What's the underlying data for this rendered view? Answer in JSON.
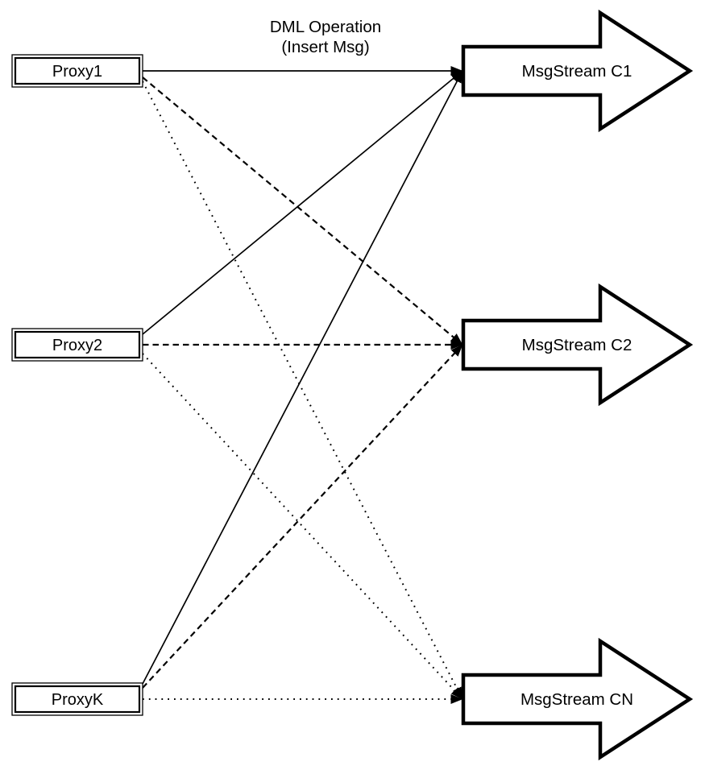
{
  "diagram": {
    "edge_label": {
      "line1": "DML Operation",
      "line2": "(Insert Msg)",
      "attached_to": "Proxy1 -> MsgStream C1"
    },
    "nodes": {
      "proxies": [
        {
          "id": "proxy1",
          "label": "Proxy1"
        },
        {
          "id": "proxy2",
          "label": "Proxy2"
        },
        {
          "id": "proxyk",
          "label": "ProxyK"
        }
      ],
      "streams": [
        {
          "id": "c1",
          "label": "MsgStream C1",
          "shape": "block-arrow-right"
        },
        {
          "id": "c2",
          "label": "MsgStream C2",
          "shape": "block-arrow-right"
        },
        {
          "id": "cn",
          "label": "MsgStream CN",
          "shape": "block-arrow-right"
        }
      ]
    },
    "connections": [
      {
        "from": "Proxy1",
        "to": "MsgStream C1",
        "style": "solid",
        "arrowhead": "filled-triangle"
      },
      {
        "from": "Proxy2",
        "to": "MsgStream C1",
        "style": "solid",
        "arrowhead": "filled-triangle"
      },
      {
        "from": "ProxyK",
        "to": "MsgStream C1",
        "style": "solid",
        "arrowhead": "filled-triangle"
      },
      {
        "from": "Proxy1",
        "to": "MsgStream C2",
        "style": "dashed",
        "arrowhead": "filled-triangle"
      },
      {
        "from": "Proxy2",
        "to": "MsgStream C2",
        "style": "dashed",
        "arrowhead": "filled-triangle"
      },
      {
        "from": "ProxyK",
        "to": "MsgStream C2",
        "style": "dashed",
        "arrowhead": "filled-triangle"
      },
      {
        "from": "Proxy1",
        "to": "MsgStream CN",
        "style": "dotted",
        "arrowhead": "filled-triangle"
      },
      {
        "from": "Proxy2",
        "to": "MsgStream CN",
        "style": "dotted",
        "arrowhead": "filled-triangle"
      },
      {
        "from": "ProxyK",
        "to": "MsgStream CN",
        "style": "dotted",
        "arrowhead": "filled-triangle"
      }
    ],
    "colors": {
      "background": "#ffffff",
      "stroke": "#000000",
      "node_fill": "#ffffff"
    }
  }
}
